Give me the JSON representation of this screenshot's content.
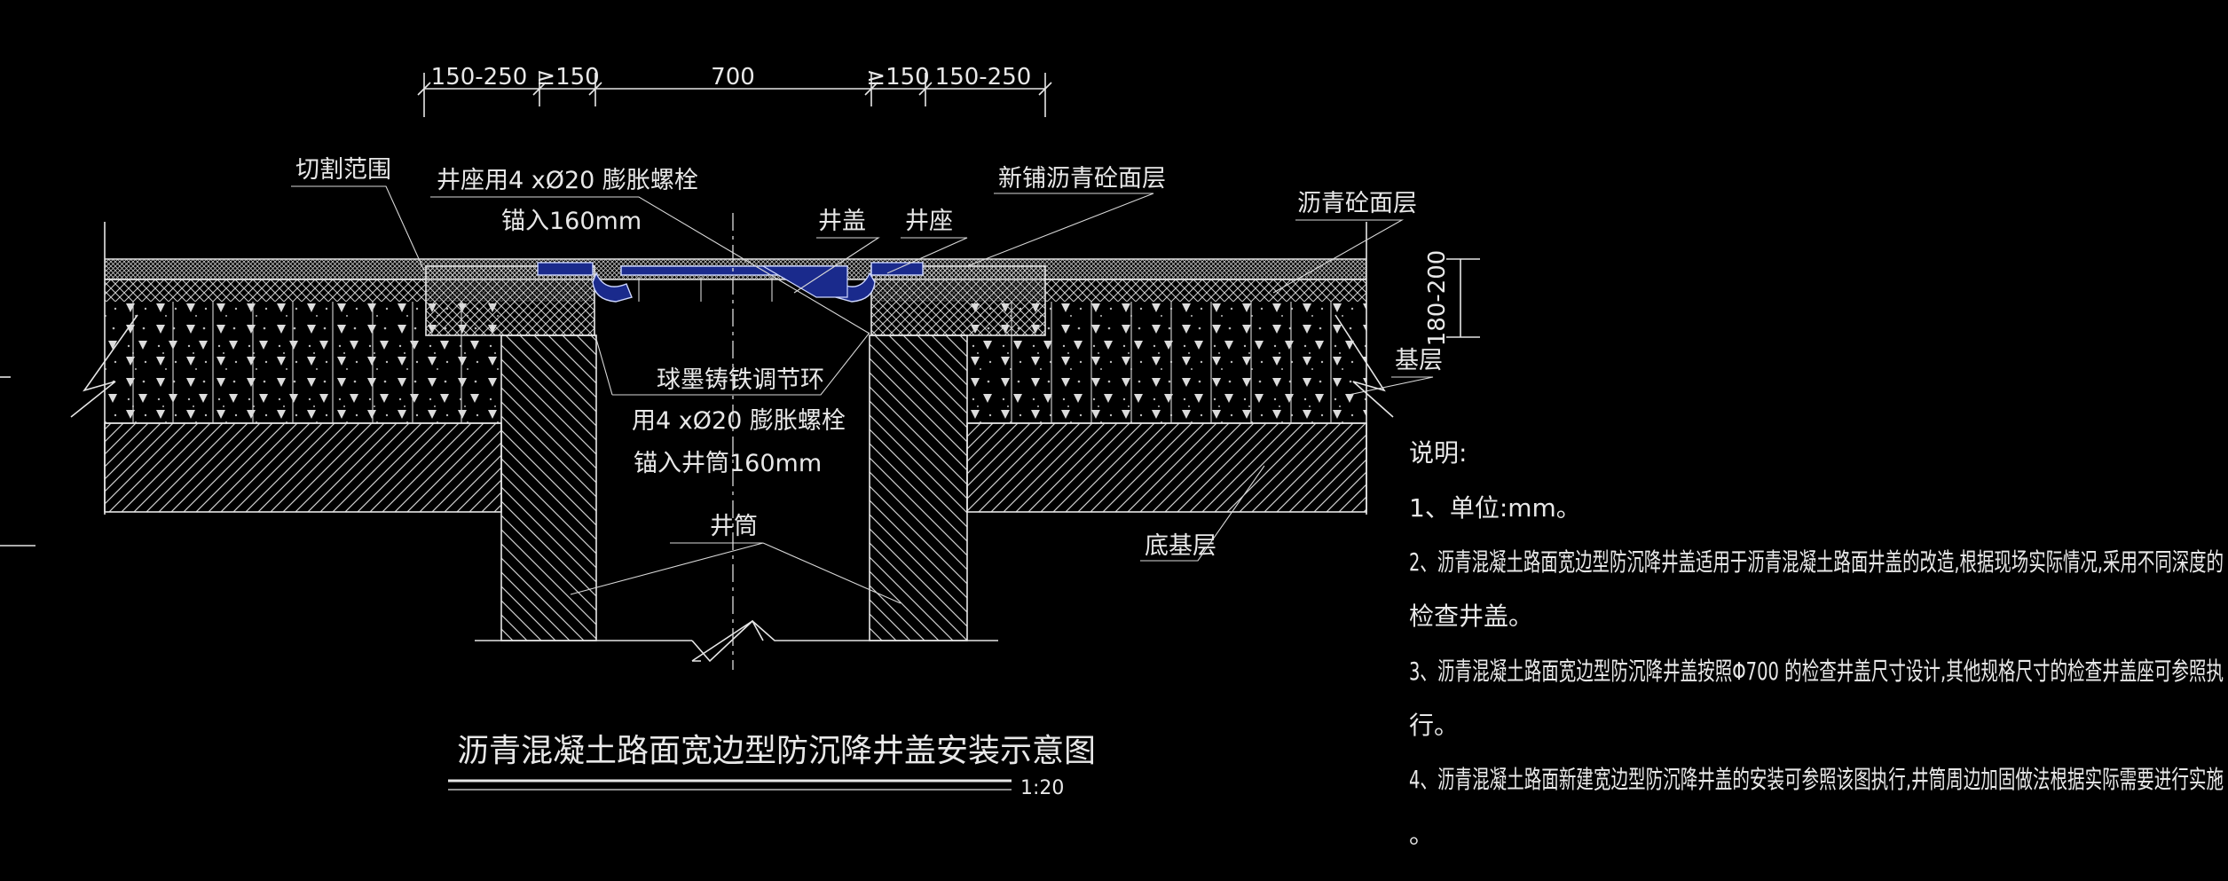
{
  "dimensions": [
    "150-250",
    "≥150",
    "700",
    "≥150",
    "150-250"
  ],
  "side_dimension": "180-200",
  "labels": {
    "cut_range": "切割范围",
    "seat_bolts_line1": "井座用4 xØ20 膨胀螺栓",
    "seat_bolts_line2": "锚入160mm",
    "cover": "井盖",
    "seat": "井座",
    "new_asphalt": "新铺沥青砼面层",
    "asphalt_layer": "沥青砼面层",
    "base": "基层",
    "ring": "球墨铸铁调节环",
    "ring_bolts_line1": "用4 xØ20 膨胀螺栓",
    "ring_bolts_line2": "锚入井筒160mm",
    "shaft": "井筒",
    "subbase": "底基层"
  },
  "title": "沥青混凝土路面宽边型防沉降井盖安装示意图",
  "scale": "1:20",
  "notes": {
    "heading": "说明:",
    "n1": "1、单位:mm。",
    "n2a": "2、沥青混凝土路面宽边型防沉降井盖适用于沥青混凝土路面井盖的改造,根据现场实际情况,采用不同深度的",
    "n2b": "检查井盖。",
    "n3a": "3、沥青混凝土路面宽边型防沉降井盖按照Φ700 的检查井盖尺寸设计,其他规格尺寸的检查井盖座可参照执",
    "n3b": "行。",
    "n4a": "4、沥青混凝土路面新建宽边型防沉降井盖的安装可参照该图执行,井筒周边加固做法根据实际需要进行实施",
    "n4b": "。"
  },
  "colors": {
    "background": "#000000",
    "line": "#e6e6e6",
    "cover": "#1a2a8c"
  }
}
